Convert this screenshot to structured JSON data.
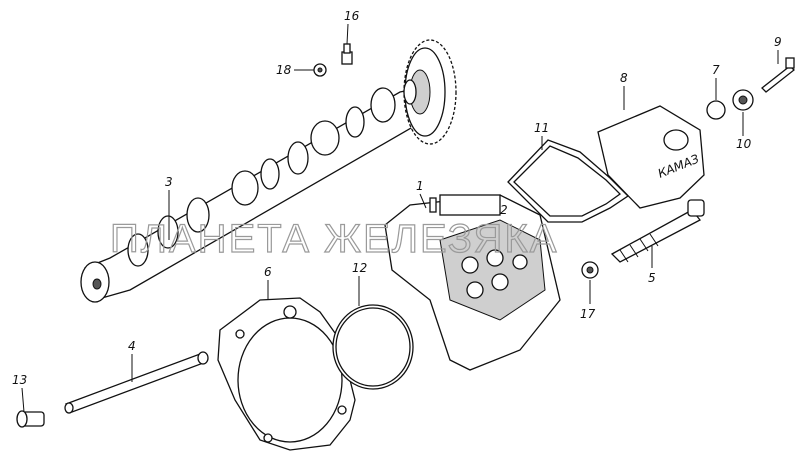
{
  "watermark": "ПЛАНЕТА ЖЕЛЕЗЯКА",
  "brand_mark": "КАМАЗ",
  "callouts": [
    "1",
    "2",
    "3",
    "4",
    "5",
    "6",
    "7",
    "8",
    "9",
    "10",
    "11",
    "12",
    "13",
    "16",
    "17",
    "18"
  ],
  "labels": {
    "p1": "1",
    "p2": "2",
    "p3": "3",
    "p4": "4",
    "p5": "5",
    "p6": "6",
    "p7": "7",
    "p8": "8",
    "p9": "9",
    "p10": "10",
    "p11": "11",
    "p12": "12",
    "p13": "13",
    "p16": "16",
    "p17": "17",
    "p18": "18"
  }
}
